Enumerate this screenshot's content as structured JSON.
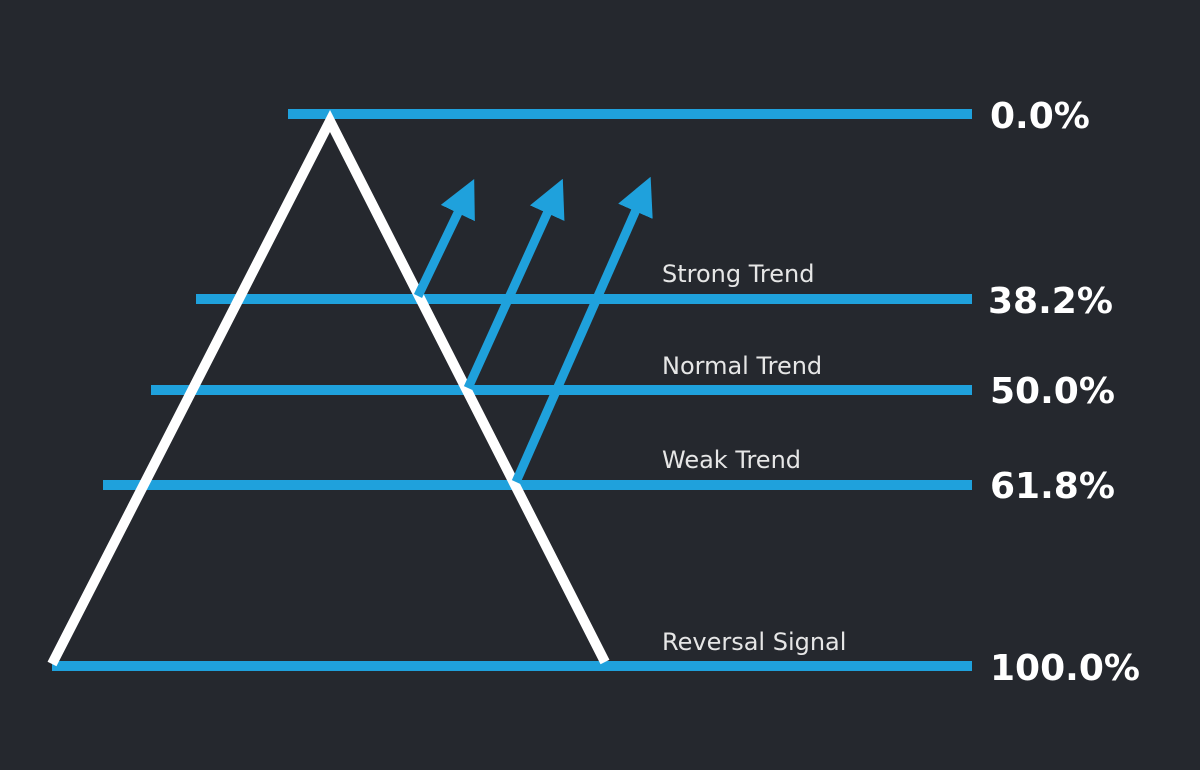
{
  "colors": {
    "background": "#25282e",
    "level_line": "#1fa1dc",
    "price_path": "#ffffff",
    "arrow": "#1fa1dc",
    "text": "#ffffff"
  },
  "levels": [
    {
      "value": "0.0%"
    },
    {
      "value": "38.2%"
    },
    {
      "value": "50.0%"
    },
    {
      "value": "61.8%"
    },
    {
      "value": "100.0%"
    }
  ],
  "zones": [
    {
      "label": "Strong Trend"
    },
    {
      "label": "Normal Trend"
    },
    {
      "label": "Weak Trend"
    },
    {
      "label": "Reversal Signal"
    }
  ]
}
